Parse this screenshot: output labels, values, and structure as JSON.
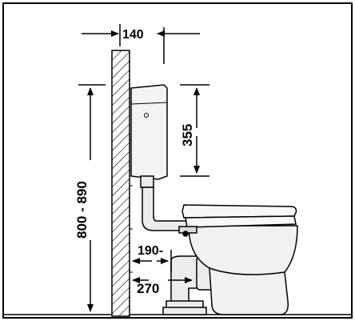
{
  "dimensions": {
    "wall_to_flush_pipe": "140",
    "cistern_height": "355",
    "cistern_mount_height": "800 - 890",
    "outlet_offset_near": "190-",
    "outlet_offset_far": "270"
  },
  "colors": {
    "line": "#000000",
    "fill_light": "#f2f2f2",
    "fill_mid": "#e6e6e6",
    "background": "#ffffff"
  }
}
